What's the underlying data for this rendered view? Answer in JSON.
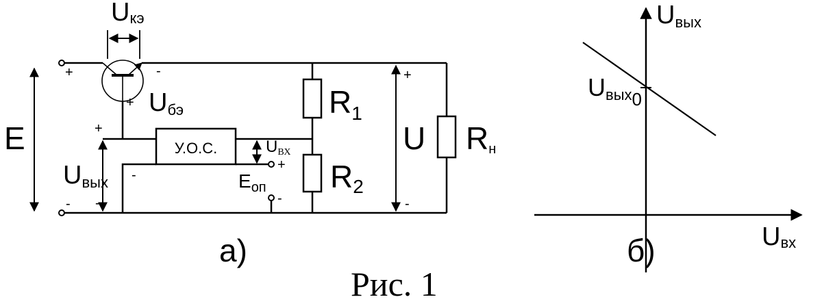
{
  "circuit": {
    "labels": {
      "u_ke_main": "U",
      "u_ke_sub": "кэ",
      "u_be_main": "U",
      "u_be_sub": "бэ",
      "e": "E",
      "u_out_main": "U",
      "u_out_sub": "вых",
      "uos": "У.О.С.",
      "u_in_main": "U",
      "u_in_sub": "ВХ",
      "e_ref_main": "E",
      "e_ref_sub": "оп",
      "r1_main": "R",
      "r1_sub": "1",
      "r2_main": "R",
      "r2_sub": "2",
      "u": "U",
      "rn_main": "R",
      "rn_sub": "н"
    },
    "signs": {
      "input_plus": "+",
      "input_minus": "-",
      "ke_minus": "-",
      "be_plus": "+",
      "uout_plus": "+",
      "uout_minus": "-",
      "uos_minus": "-",
      "eref_plus": "+",
      "eref_minus": "-",
      "u_plus": "+",
      "u_minus": "-"
    },
    "caption": "а)"
  },
  "graph": {
    "y_label_main": "U",
    "y_label_sub": "вых",
    "x_label_main": "U",
    "x_label_sub": "вх",
    "tick_label_main": "U",
    "tick_label_sub": "вых",
    "tick_label_sub2": "0",
    "caption": "б)"
  },
  "figure_caption": "Рис. 1"
}
